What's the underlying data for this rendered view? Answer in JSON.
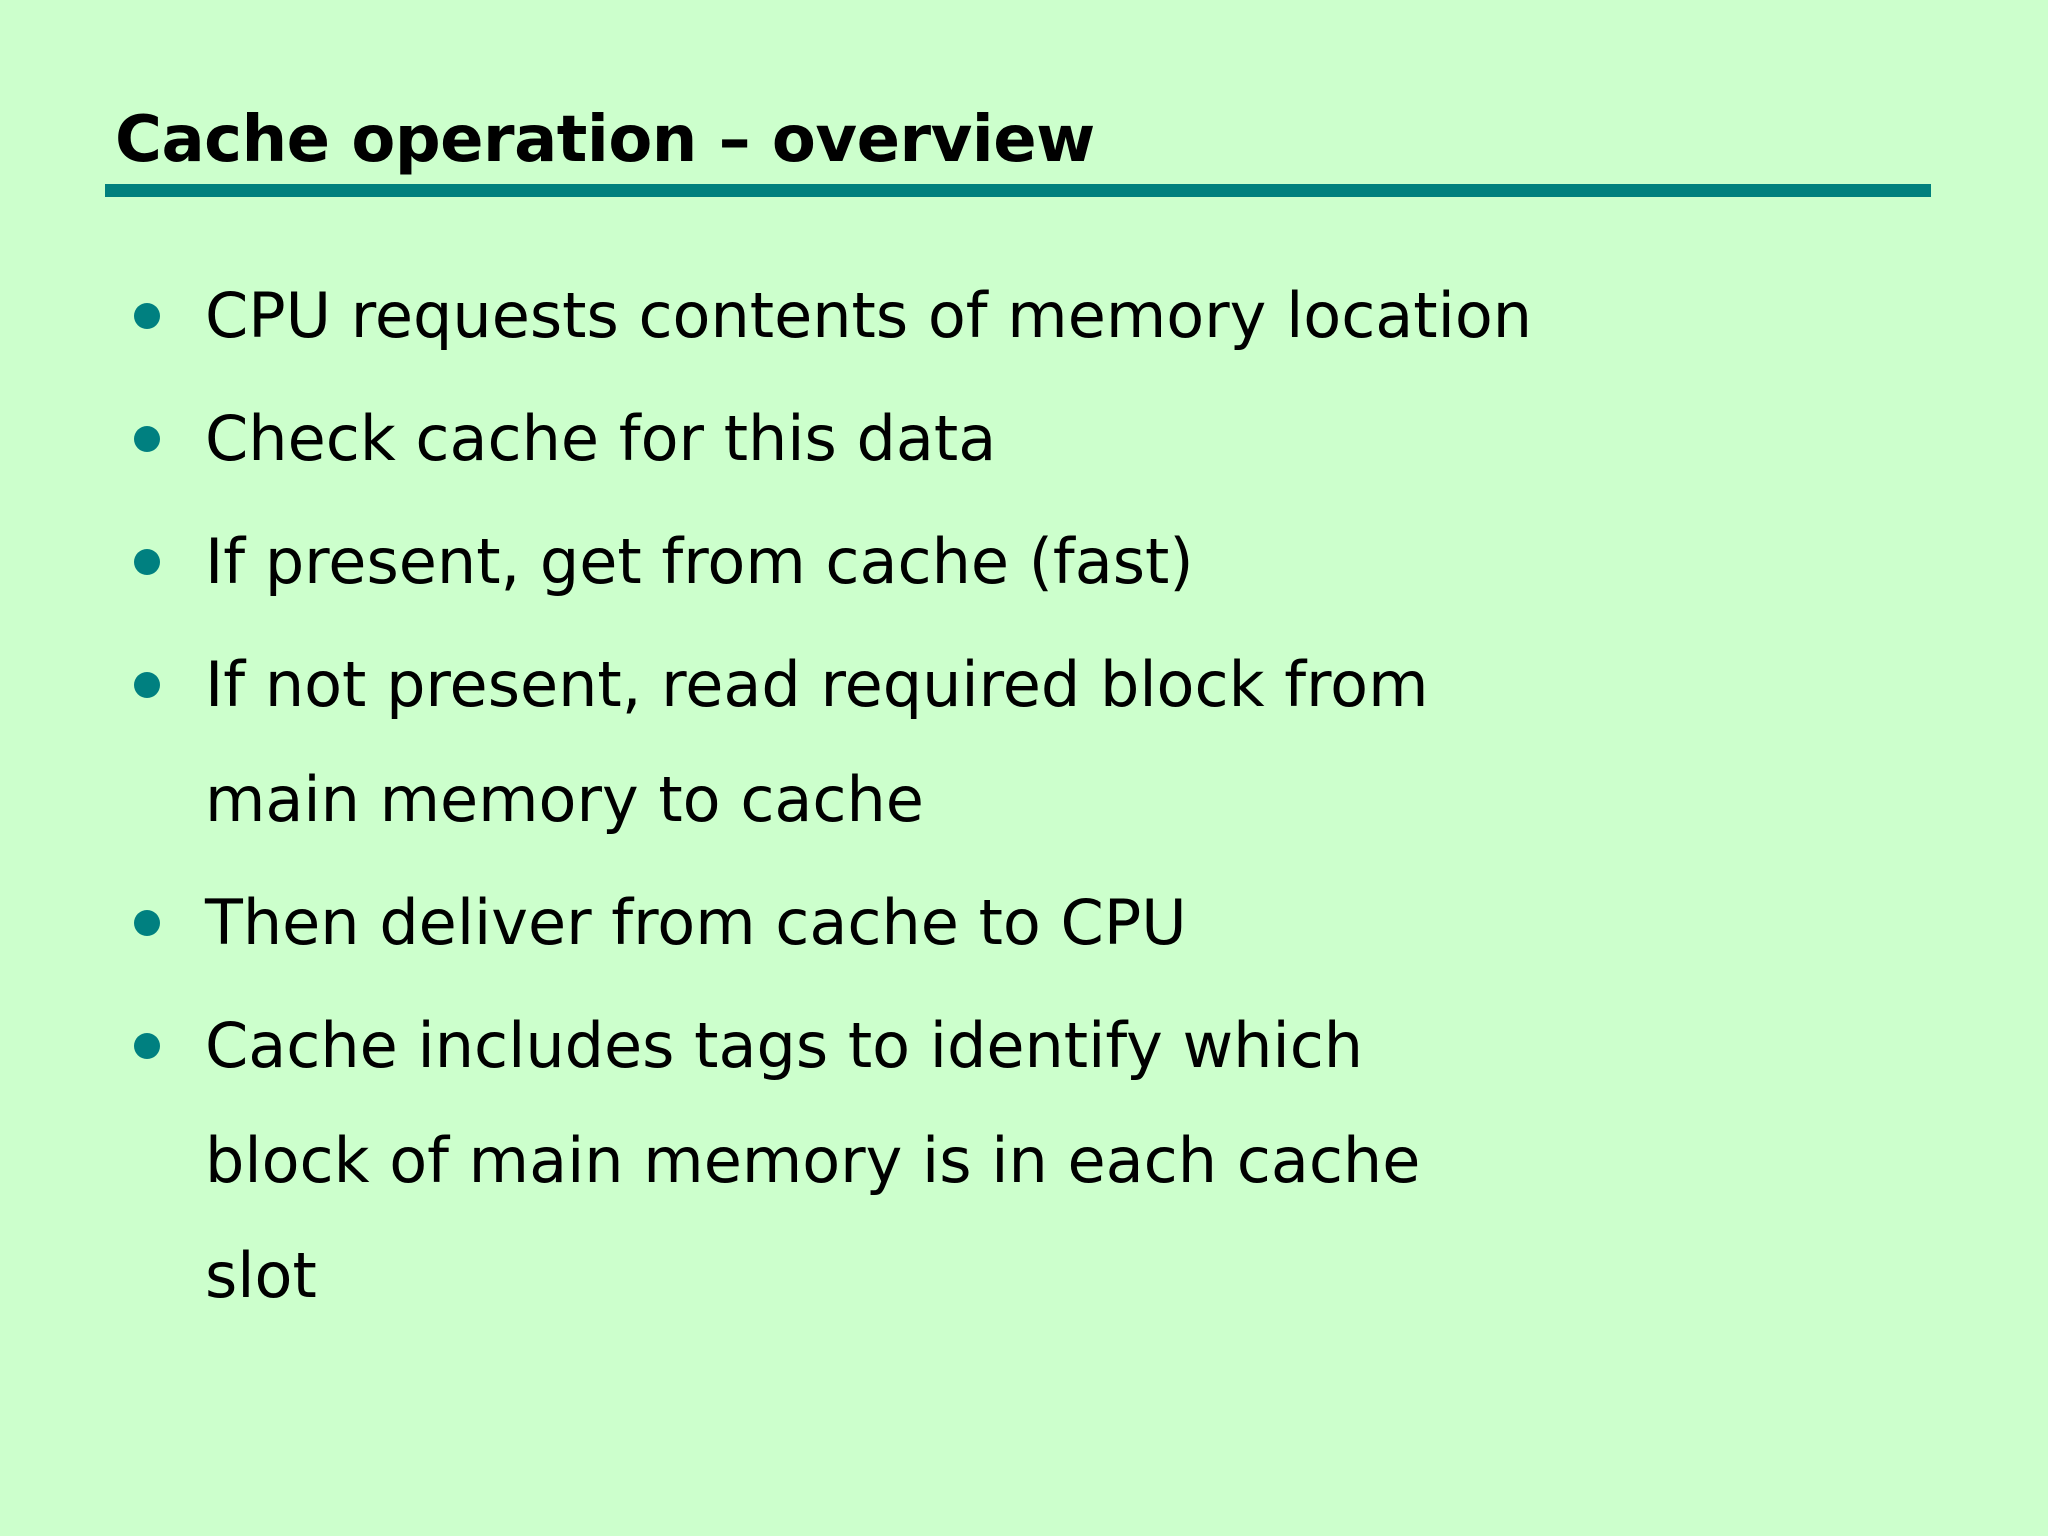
{
  "slide": {
    "background_color": "#ccffcc",
    "title": "Cache operation – overview",
    "title_color": "#000000",
    "rule_color": "#00807d",
    "bullet_color": "#008080",
    "text_color": "#000000",
    "bullets": [
      {
        "text": "CPU requests contents of memory location"
      },
      {
        "text": "Check cache for this data"
      },
      {
        "text": "If present, get from cache (fast)"
      },
      {
        "text": "If not present, read required block from main memory to cache"
      },
      {
        "text": "Then deliver from cache to CPU"
      },
      {
        "text": "Cache includes tags to identify which block of main memory is in each cache slot"
      }
    ]
  }
}
